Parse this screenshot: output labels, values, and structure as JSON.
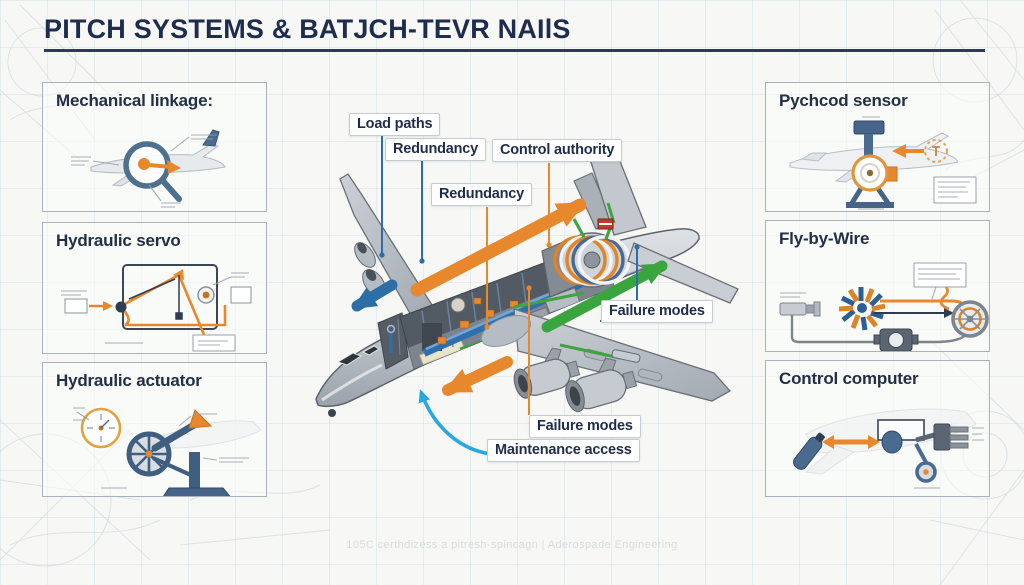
{
  "title": "PITCH SYSTEMS & BATJCH-TEVR NAIlS",
  "panels": {
    "left": [
      {
        "id": "mechanical-linkage",
        "title": "Mechanical linkage:"
      },
      {
        "id": "hydraulic-servo",
        "title": "Hydraulic servo"
      },
      {
        "id": "hydraulic-actuator",
        "title": "Hydraulic actuator"
      }
    ],
    "right": [
      {
        "id": "pychcod-sensor",
        "title": "Pychcod sensor"
      },
      {
        "id": "fly-by-wire",
        "title": "Fly-by-Wire"
      },
      {
        "id": "control-computer",
        "title": "Control computer"
      }
    ]
  },
  "callouts": {
    "load_paths": "Load paths",
    "redundancy_top": "Redundancy",
    "control_authority": "Control authority",
    "redundancy_mid": "Redundancy",
    "failure_modes_right": "Failure modes",
    "failure_modes_bottom": "Failure modes",
    "maintenance_access": "Maintenance access"
  },
  "footer": {
    "caption": "105C certhdizess a pitresh-spincagn | Aderospade Engineering"
  },
  "colors": {
    "accent_orange": "#e8882c",
    "accent_blue": "#2d6ea6",
    "accent_green": "#3aa43e",
    "accent_cyan": "#29a8df",
    "navy": "#1e2c4d"
  }
}
